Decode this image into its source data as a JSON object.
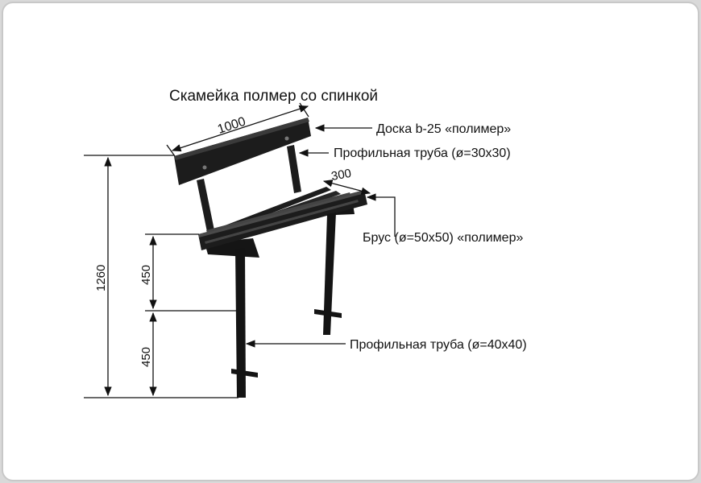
{
  "title": "Скамейка полмер со спинкой",
  "dimensions": {
    "width": "1000",
    "depth": "300",
    "total_height": "1260",
    "seat_height": "450",
    "underground": "450"
  },
  "labels": {
    "board": "Доска b-25 «полимер»",
    "back_tube": "Профильная труба (ø=30x30)",
    "beam": "Брус (ø=50x50) «полимер»",
    "leg_tube": "Профильная труба (ø=40x40)"
  },
  "colors": {
    "wood": "#1c1c1c",
    "line": "#111111",
    "background": "#ffffff"
  }
}
